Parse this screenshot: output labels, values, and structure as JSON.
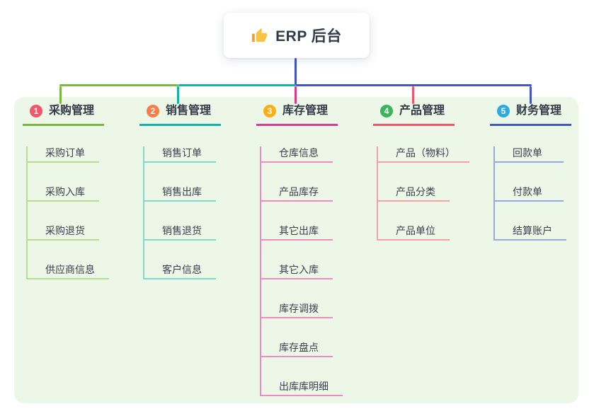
{
  "root": {
    "title": "ERP 后台",
    "icon": "thumbs-up"
  },
  "branches": [
    {
      "number": "1",
      "title": "采购管理",
      "badge_color": "#f15669",
      "line_color": "#7cb83e",
      "child_line_color": "#b9dd90",
      "children": [
        "采购订单",
        "采购入库",
        "采购退货",
        "供应商信息"
      ]
    },
    {
      "number": "2",
      "title": "销售管理",
      "badge_color": "#f87d4a",
      "line_color": "#10b5a6",
      "child_line_color": "#82d8cf",
      "children": [
        "销售订单",
        "销售出库",
        "销售退货",
        "客户信息"
      ]
    },
    {
      "number": "3",
      "title": "库存管理",
      "badge_color": "#fcad17",
      "line_color": "#d63b8f",
      "child_line_color": "#ef8dc2",
      "children": [
        "仓库信息",
        "产品库存",
        "其它出库",
        "其它入库",
        "库存调拨",
        "库存盘点",
        "出库库明细"
      ]
    },
    {
      "number": "4",
      "title": "产品管理",
      "badge_color": "#3bb45b",
      "line_color": "#f0566b",
      "child_line_color": "#f7a0a8",
      "children": [
        "产品（物料）",
        "产品分类",
        "产品单位"
      ]
    },
    {
      "number": "5",
      "title": "财务管理",
      "badge_color": "#2fa9e1",
      "line_color": "#4355c8",
      "child_line_color": "#94a9e4",
      "children": [
        "回款单",
        "付款单",
        "结算账户"
      ]
    }
  ],
  "colors": {
    "board_background": "#ecf7e8",
    "root_connector": "#4253c6",
    "text": "#333a47",
    "thumb_yellow": "#f6c344",
    "thumb_cuff": "#e9a13b"
  }
}
